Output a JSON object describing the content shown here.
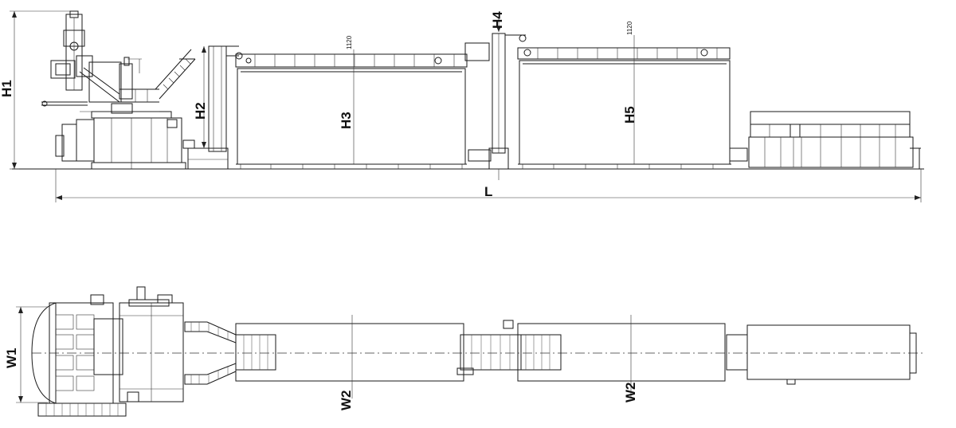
{
  "dimension_labels": {
    "h1": "H1",
    "h2": "H2",
    "h3": "H3",
    "h4": "H4",
    "h5": "H5",
    "length": "L",
    "w1": "W1",
    "w2_first": "W2",
    "w2_second": "W2"
  },
  "annotations": {
    "oven1_width_note": "1120",
    "oven2_width_note": "1120"
  }
}
